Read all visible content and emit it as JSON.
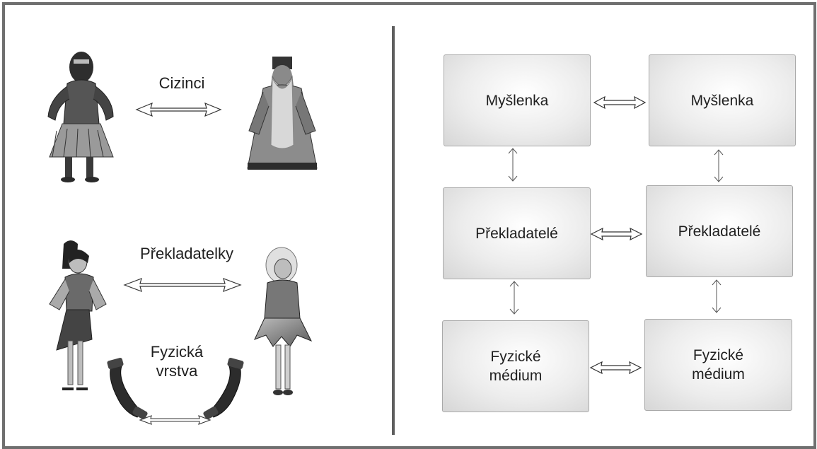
{
  "left": {
    "labels": {
      "foreigners": "Cizinci",
      "translators": "Překladatelky",
      "physical_layer": "Fyzická\nvrstva"
    }
  },
  "right": {
    "boxes": {
      "thought_left": "Myšlenka",
      "thought_right": "Myšlenka",
      "translators_left": "Překladatelé",
      "translators_right": "Překladatelé",
      "medium_left": "Fyzické\nmédium",
      "medium_right": "Fyzické\nmédium"
    }
  }
}
